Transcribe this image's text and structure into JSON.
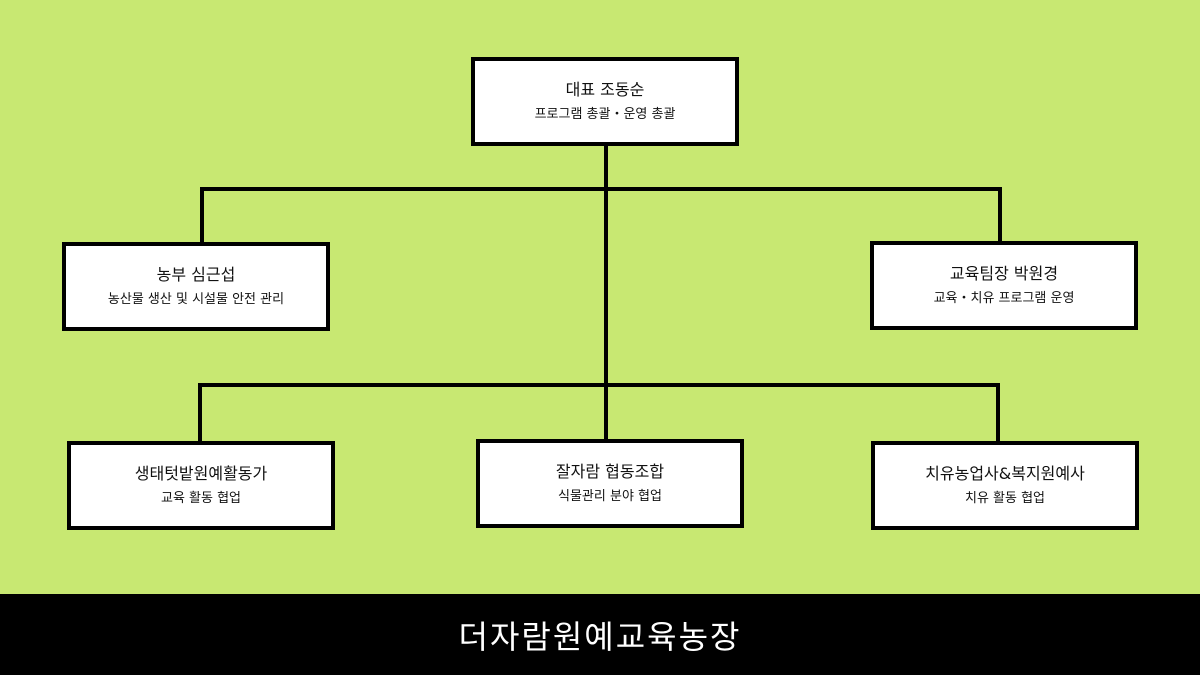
{
  "nodes": {
    "ceo": {
      "name": "대표 조동순",
      "role": "프로그램 총괄・운영 총괄"
    },
    "farmer": {
      "name": "농부 심근섭",
      "role": "농산물 생산 및 시설물 안전 관리"
    },
    "edu_lead": {
      "name": "교육팀장 박원경",
      "role": "교육・치유 프로그램 운영"
    },
    "eco_garden": {
      "name": "생태텃밭원예활동가",
      "role": "교육 활동 협업"
    },
    "coop": {
      "name": "잘자람 협동조합",
      "role": "식물관리 분야 협업"
    },
    "welfare": {
      "name": "치유농업사&복지원예사",
      "role": "치유 활동 협업"
    }
  },
  "footer": {
    "title": "더자람원예교육농장"
  },
  "colors": {
    "background": "#c8e872",
    "box_border": "#000000",
    "connector": "#000000",
    "footer_bg": "#000000",
    "footer_text": "#ffffff"
  }
}
